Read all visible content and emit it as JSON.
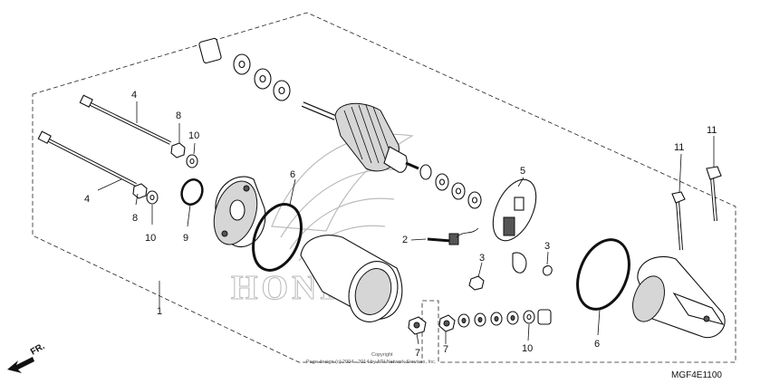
{
  "diagram_code": "MGF4E1100",
  "direction_label": "FR.",
  "watermark_text": "HONDA",
  "copyright": {
    "line1": "Copyright",
    "line2": "Page design (c) 2004 - 2014 by ARI Network Services, Inc."
  },
  "callouts": {
    "c1": "1",
    "c2": "2",
    "c3a": "3",
    "c3b": "3",
    "c4a": "4",
    "c4b": "4",
    "c5": "5",
    "c6a": "6",
    "c6b": "6",
    "c7a": "7",
    "c7b": "7",
    "c8a": "8",
    "c8b": "8",
    "c9": "9",
    "c10a": "10",
    "c10b": "10",
    "c10c": "10",
    "c11a": "11",
    "c11b": "11"
  }
}
